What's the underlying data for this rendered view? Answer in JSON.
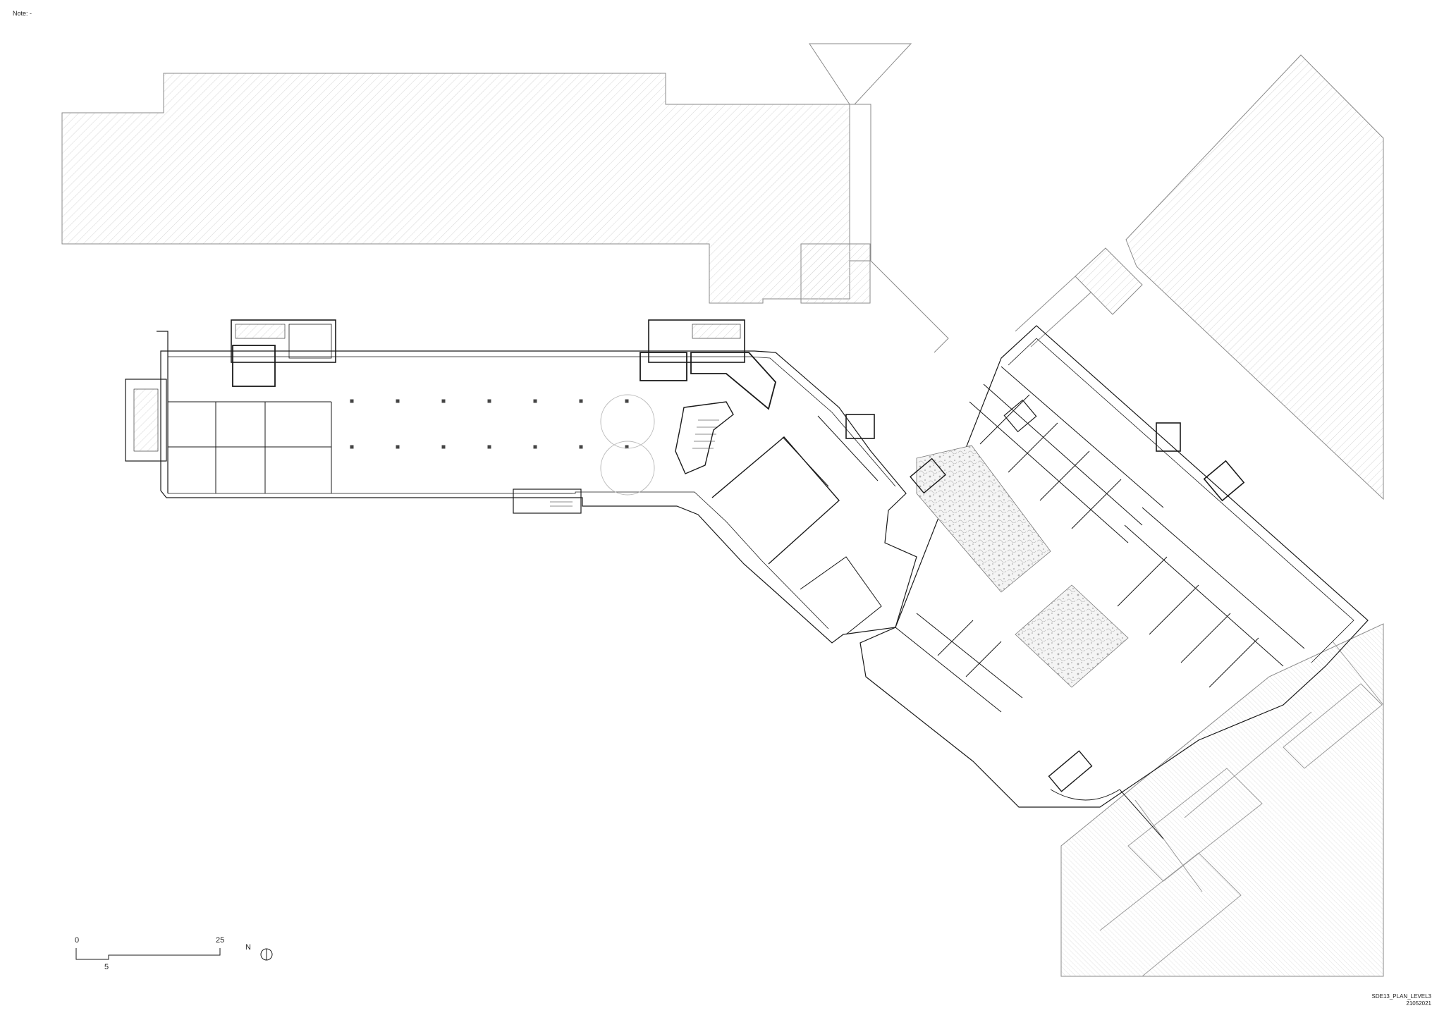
{
  "note": "Note: -",
  "scale_bar": {
    "start": "0",
    "mid": "5",
    "end": "25"
  },
  "north_arrow": {
    "label": "N"
  },
  "title_block": {
    "drawing_code": "SDE13_PLAN_LEVEL3",
    "date": "21052021"
  },
  "colors": {
    "line": "#1a1a1a",
    "context_line": "#8a8a8a",
    "hatch": "#cfcfcf",
    "background": "#ffffff"
  }
}
